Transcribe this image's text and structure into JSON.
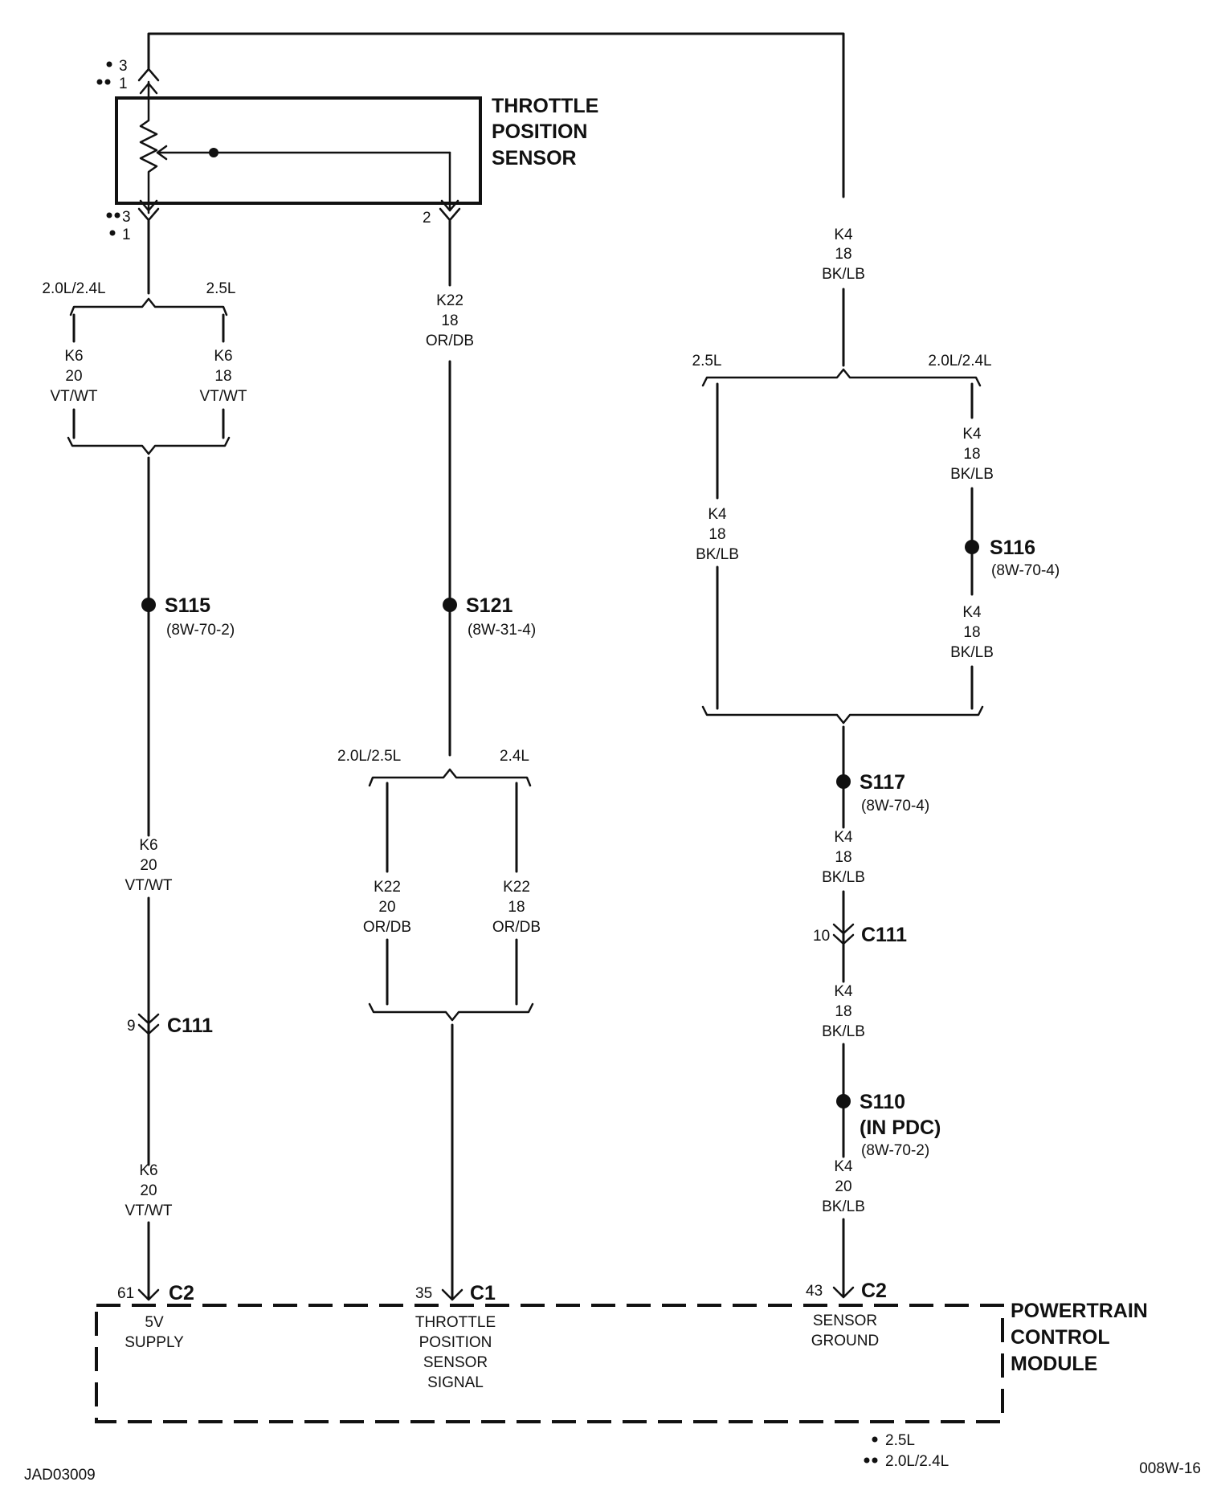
{
  "components": {
    "tps": {
      "name": [
        "THROTTLE",
        "POSITION",
        "SENSOR"
      ]
    },
    "pcm": {
      "name": [
        "POWERTRAIN",
        "CONTROL",
        "MODULE"
      ]
    }
  },
  "tps_pins": {
    "top_a": "3",
    "top_b": "1",
    "bottom_a": "3",
    "bottom_b": "1",
    "signal": "2"
  },
  "branches": {
    "left_a": "2.0L/2.4L",
    "left_b": "2.5L",
    "mid_a": "2.0L/2.5L",
    "mid_b": "2.4L",
    "right_a": "2.5L",
    "right_b": "2.0L/2.4L"
  },
  "wires": {
    "k6_20": [
      "K6",
      "20",
      "VT/WT"
    ],
    "k6_18": [
      "K6",
      "18",
      "VT/WT"
    ],
    "k22_18": [
      "K22",
      "18",
      "OR/DB"
    ],
    "k22_20": [
      "K22",
      "20",
      "OR/DB"
    ],
    "k4_18": [
      "K4",
      "18",
      "BK/LB"
    ],
    "k4_20": [
      "K4",
      "20",
      "BK/LB"
    ]
  },
  "splices": {
    "s115": {
      "id": "S115",
      "ref": "(8W-70-2)"
    },
    "s121": {
      "id": "S121",
      "ref": "(8W-31-4)"
    },
    "s116": {
      "id": "S116",
      "ref": "(8W-70-4)"
    },
    "s117": {
      "id": "S117",
      "ref": "(8W-70-4)"
    },
    "s110": {
      "id": "S110",
      "note": "(IN PDC)",
      "ref": "(8W-70-2)"
    }
  },
  "connectors": {
    "c111_left": {
      "pin": "9",
      "id": "C111"
    },
    "c111_right": {
      "pin": "10",
      "id": "C111"
    },
    "pcm_left": {
      "pin": "61",
      "id": "C2"
    },
    "pcm_mid": {
      "pin": "35",
      "id": "C1"
    },
    "pcm_right": {
      "pin": "43",
      "id": "C2"
    }
  },
  "pcm_pins": {
    "supply": [
      "5V",
      "SUPPLY"
    ],
    "signal": [
      "THROTTLE",
      "POSITION",
      "SENSOR",
      "SIGNAL"
    ],
    "ground": [
      "SENSOR",
      "GROUND"
    ]
  },
  "legend": {
    "single": "2.5L",
    "double": "2.0L/2.4L"
  },
  "footer": {
    "left": "JAD03009",
    "right": "008W-16"
  }
}
